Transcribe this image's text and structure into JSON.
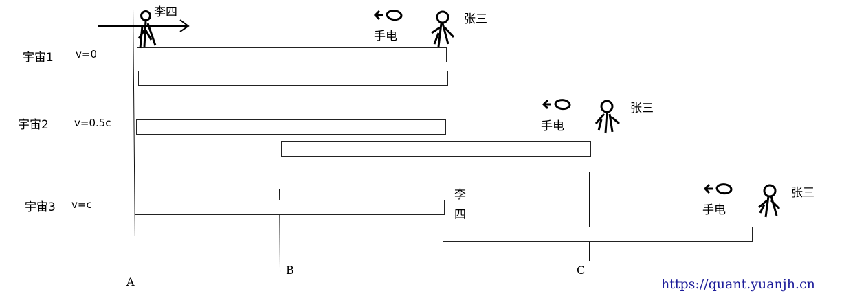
{
  "universes": [
    {
      "label": "宇宙1",
      "velocity": "v=0"
    },
    {
      "label": "宇宙2",
      "velocity": "v=0.5c"
    },
    {
      "label": "宇宙3",
      "velocity": "v=c"
    }
  ],
  "people": {
    "zhangsan": "张三",
    "lisi": "李四",
    "lisi_line1": "李",
    "lisi_line2": "四",
    "flashlight": "手电"
  },
  "markers": {
    "a": "A",
    "b": "B",
    "c": "C"
  },
  "watermark": "https://quant.yuanjh.cn"
}
